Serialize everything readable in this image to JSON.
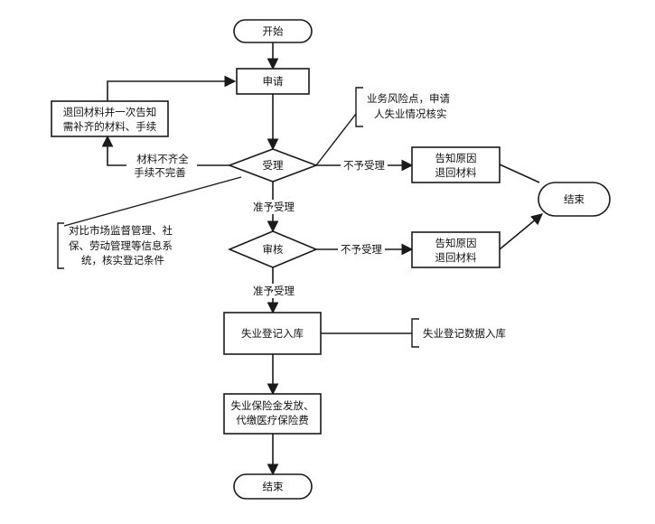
{
  "nodes": {
    "start": "开始",
    "apply": "申请",
    "return_materials": [
      "退回材料并一次告知",
      "需补齐的材料、手续"
    ],
    "accept": "受理",
    "notify_1": [
      "告知原因",
      "退回材料"
    ],
    "end_right": "结束",
    "review": "审核",
    "notify_2": [
      "告知原因",
      "退回材料"
    ],
    "register": "失业登记入库",
    "payout": [
      "失业保险金发放、",
      "代缴医疗保险费"
    ],
    "end_bottom": "结束"
  },
  "edge_labels": {
    "incomplete": [
      "材料不齐全",
      "手续不完善"
    ],
    "reject_1": "不予受理",
    "approve_1": "准予受理",
    "reject_2": "不予受理",
    "approve_2": "准予受理"
  },
  "annotations": {
    "risk": [
      "业务风险点，申请",
      "人失业情况核实"
    ],
    "crosscheck": [
      "对比市场监督管理、社",
      "保、劳动管理等信息系",
      "统，核实登记条件"
    ],
    "database": "失业登记数据入库"
  }
}
